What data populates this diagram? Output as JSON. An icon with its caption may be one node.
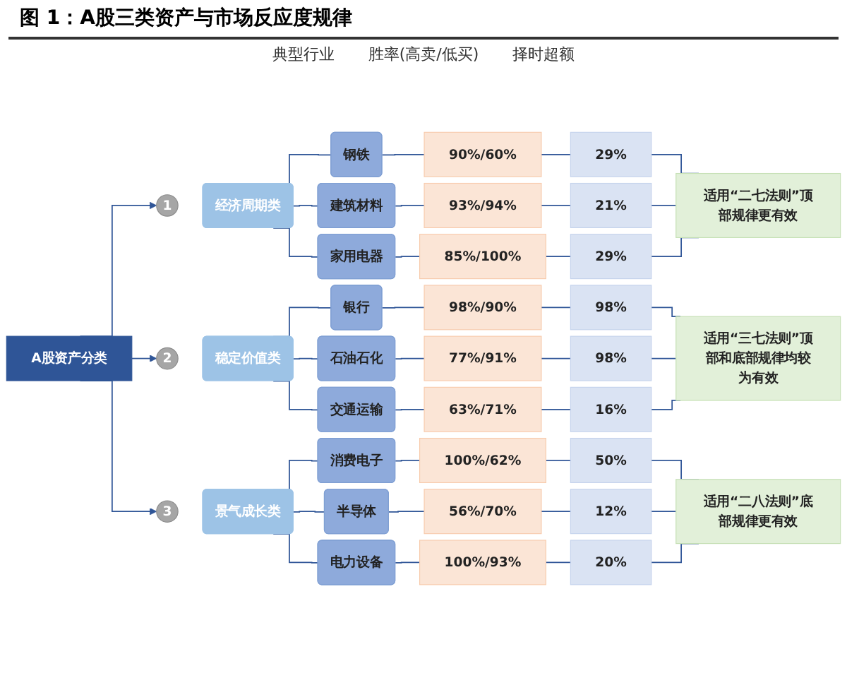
{
  "diagram": {
    "title": "图 1：A股三类资产与市场反应度规律",
    "nodes": [
      {
        "text": [
          "A股资产分类"
        ]
      },
      {
        "text": [
          "1"
        ]
      },
      {
        "text": [
          "经济周期类"
        ]
      },
      {
        "text": [
          "钢铁"
        ]
      },
      {
        "text": [
          "90%/60%"
        ]
      },
      {
        "text": [
          "29%"
        ]
      },
      {
        "text": [
          "建筑材料"
        ]
      },
      {
        "text": [
          "93%/94%"
        ]
      },
      {
        "text": [
          "21%"
        ]
      },
      {
        "text": [
          "家用电器"
        ]
      },
      {
        "text": [
          "85%/100%"
        ]
      },
      {
        "text": [
          "29%"
        ]
      },
      {
        "text": [
          "适用“二七法则”顶部规律更有效"
        ]
      },
      {
        "text": [
          "2"
        ]
      },
      {
        "text": [
          "稳定价值类"
        ]
      },
      {
        "text": [
          "银行"
        ]
      },
      {
        "text": [
          "98%/90%"
        ]
      },
      {
        "text": [
          "98%"
        ]
      },
      {
        "text": [
          "石油石化"
        ]
      },
      {
        "text": [
          "77%/91%"
        ]
      },
      {
        "text": [
          "98%"
        ]
      },
      {
        "text": [
          "交通运输"
        ]
      },
      {
        "text": [
          "63%/71%"
        ]
      },
      {
        "text": [
          "16%"
        ]
      },
      {
        "text": [
          "适用“三七法则”顶部和底部规律均较为有效"
        ]
      },
      {
        "text": [
          "3"
        ]
      },
      {
        "text": [
          "景气成长类"
        ]
      },
      {
        "text": [
          "消费电子"
        ]
      },
      {
        "text": [
          "100%/62%"
        ]
      },
      {
        "text": [
          "50%"
        ]
      },
      {
        "text": [
          "半导体"
        ]
      },
      {
        "text": [
          "56%/70%"
        ]
      },
      {
        "text": [
          "12%"
        ]
      },
      {
        "text": [
          "电力设备"
        ]
      },
      {
        "text": [
          "100%/93%"
        ]
      },
      {
        "text": [
          "20%"
        ]
      },
      {
        "text": [
          "适用“二八法则”底部规律更有效"
        ]
      }
    ],
    "edges": [
      {
        "from": 0,
        "to": 1,
        "arrow": "to"
      },
      {
        "from": 0,
        "to": 13,
        "arrow": "to"
      },
      {
        "from": 0,
        "to": 25,
        "arrow": "to"
      },
      {
        "from": 2,
        "to": 3,
        "arrow": "none"
      },
      {
        "from": 2,
        "to": 6,
        "arrow": "none"
      },
      {
        "from": 2,
        "to": 9,
        "arrow": "none"
      },
      {
        "from": 3,
        "to": 4,
        "arrow": "none"
      },
      {
        "from": 4,
        "to": 5,
        "arrow": "none"
      },
      {
        "from": 6,
        "to": 7,
        "arrow": "none"
      },
      {
        "from": 7,
        "to": 8,
        "arrow": "none"
      },
      {
        "from": 9,
        "to": 10,
        "arrow": "none"
      },
      {
        "from": 10,
        "to": 11,
        "arrow": "none"
      },
      {
        "from": 5,
        "to": 12,
        "arrow": "none"
      },
      {
        "from": 8,
        "to": 12,
        "arrow": "none"
      },
      {
        "from": 11,
        "to": 12,
        "arrow": "none"
      },
      {
        "from": 14,
        "to": 15,
        "arrow": "none"
      },
      {
        "from": 14,
        "to": 18,
        "arrow": "none"
      },
      {
        "from": 14,
        "to": 21,
        "arrow": "none"
      },
      {
        "from": 15,
        "to": 16,
        "arrow": "none"
      },
      {
        "from": 16,
        "to": 17,
        "arrow": "none"
      },
      {
        "from": 18,
        "to": 19,
        "arrow": "none"
      },
      {
        "from": 19,
        "to": 20,
        "arrow": "none"
      },
      {
        "from": 21,
        "to": 22,
        "arrow": "none"
      },
      {
        "from": 22,
        "to": 23,
        "arrow": "none"
      },
      {
        "from": 17,
        "to": 24,
        "arrow": "none"
      },
      {
        "from": 20,
        "to": 24,
        "arrow": "none"
      },
      {
        "from": 23,
        "to": 24,
        "arrow": "none"
      },
      {
        "from": 26,
        "to": 27,
        "arrow": "none"
      },
      {
        "from": 26,
        "to": 30,
        "arrow": "none"
      },
      {
        "from": 26,
        "to": 33,
        "arrow": "none"
      },
      {
        "from": 27,
        "to": 28,
        "arrow": "none"
      },
      {
        "from": 28,
        "to": 29,
        "arrow": "none"
      },
      {
        "from": 30,
        "to": 31,
        "arrow": "none"
      },
      {
        "from": 31,
        "to": 32,
        "arrow": "none"
      },
      {
        "from": 33,
        "to": 34,
        "arrow": "none"
      },
      {
        "from": 34,
        "to": 35,
        "arrow": "none"
      },
      {
        "from": 29,
        "to": 36,
        "arrow": "none"
      },
      {
        "from": 32,
        "to": 36,
        "arrow": "none"
      },
      {
        "from": 35,
        "to": 36,
        "arrow": "none"
      }
    ],
    "labels": [
      "典型行业",
      "胜率(高卖/低买)",
      "择时超额"
    ]
  }
}
